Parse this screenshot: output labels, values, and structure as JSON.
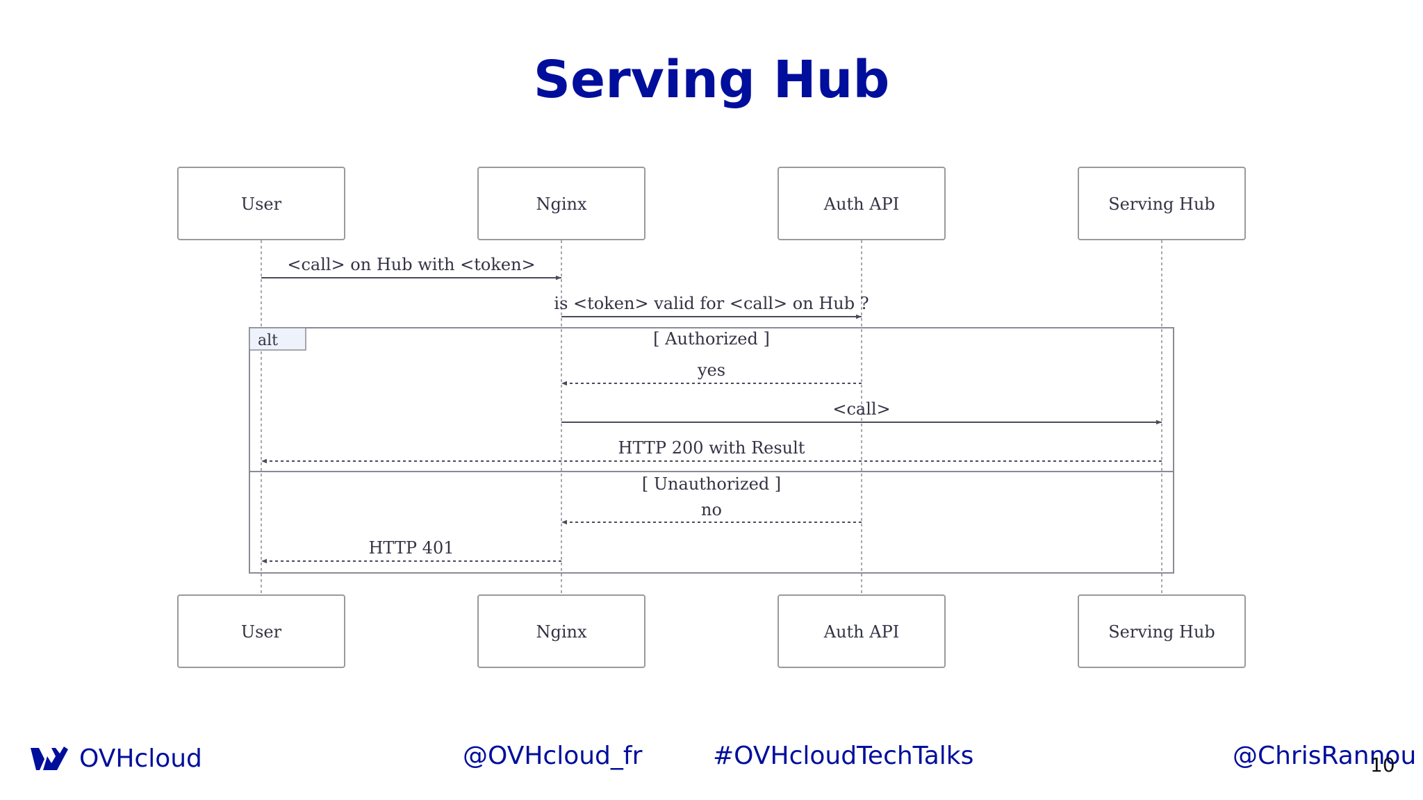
{
  "slide": {
    "title": "Serving Hub",
    "page_number": "10"
  },
  "diagram": {
    "participants": [
      "User",
      "Nginx",
      "Auth API",
      "Serving Hub"
    ],
    "messages": [
      {
        "from": "User",
        "to": "Nginx",
        "label": "<call> on Hub with <token>",
        "style": "solid"
      },
      {
        "from": "Nginx",
        "to": "Auth API",
        "label": "is <token> valid for <call> on Hub ?",
        "style": "solid"
      },
      {
        "from": "Auth API",
        "to": "Nginx",
        "label": "yes",
        "style": "dashed"
      },
      {
        "from": "Nginx",
        "to": "Serving Hub",
        "label": "<call>",
        "style": "solid"
      },
      {
        "from": "Serving Hub",
        "to": "User",
        "label": "HTTP 200 with Result",
        "style": "dashed"
      },
      {
        "from": "Auth API",
        "to": "Nginx",
        "label": "no",
        "style": "dashed"
      },
      {
        "from": "Nginx",
        "to": "User",
        "label": "HTTP 401",
        "style": "dashed"
      }
    ],
    "alt_block": {
      "label": "alt",
      "conditions": [
        "[ Authorized ]",
        "[ Unauthorized ]"
      ]
    }
  },
  "footer": {
    "logo_text": "OVHcloud",
    "handle_company": "@OVHcloud_fr",
    "hashtag": "#OVHcloudTechTalks",
    "handle_speaker": "@ChrisRannou"
  },
  "colors": {
    "brand": "#000e9c",
    "diagram_line": "#4a4a5a",
    "box_border": "#9a9a9a",
    "alt_box_fill": "#eef2fb"
  }
}
